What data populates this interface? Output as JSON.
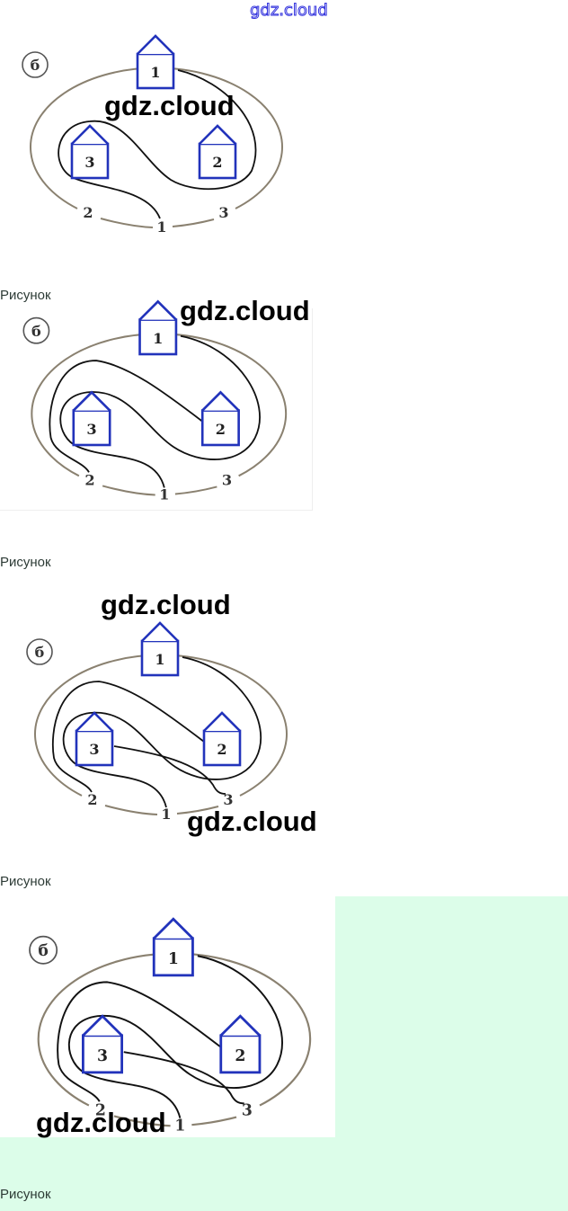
{
  "watermark_top": "gdz.cloud",
  "watermark": "gdz.cloud",
  "figures": [
    {
      "marker": "б",
      "houses": [
        "1",
        "2",
        "3"
      ],
      "exits": [
        "2",
        "1",
        "3"
      ],
      "caption": "Рисунок"
    },
    {
      "marker": "б",
      "houses": [
        "1",
        "2",
        "3"
      ],
      "exits": [
        "2",
        "1",
        "3"
      ],
      "caption": "Рисунок"
    },
    {
      "marker": "б",
      "houses": [
        "1",
        "2",
        "3"
      ],
      "exits": [
        "2",
        "1",
        "3"
      ],
      "caption": "Рисунок"
    },
    {
      "marker": "б",
      "houses": [
        "1",
        "2",
        "3"
      ],
      "exits": [
        "2",
        "1",
        "3"
      ],
      "caption": "Рисунок"
    }
  ],
  "colors": {
    "house": "#2233bb",
    "background_accent": "#dcfde9"
  }
}
